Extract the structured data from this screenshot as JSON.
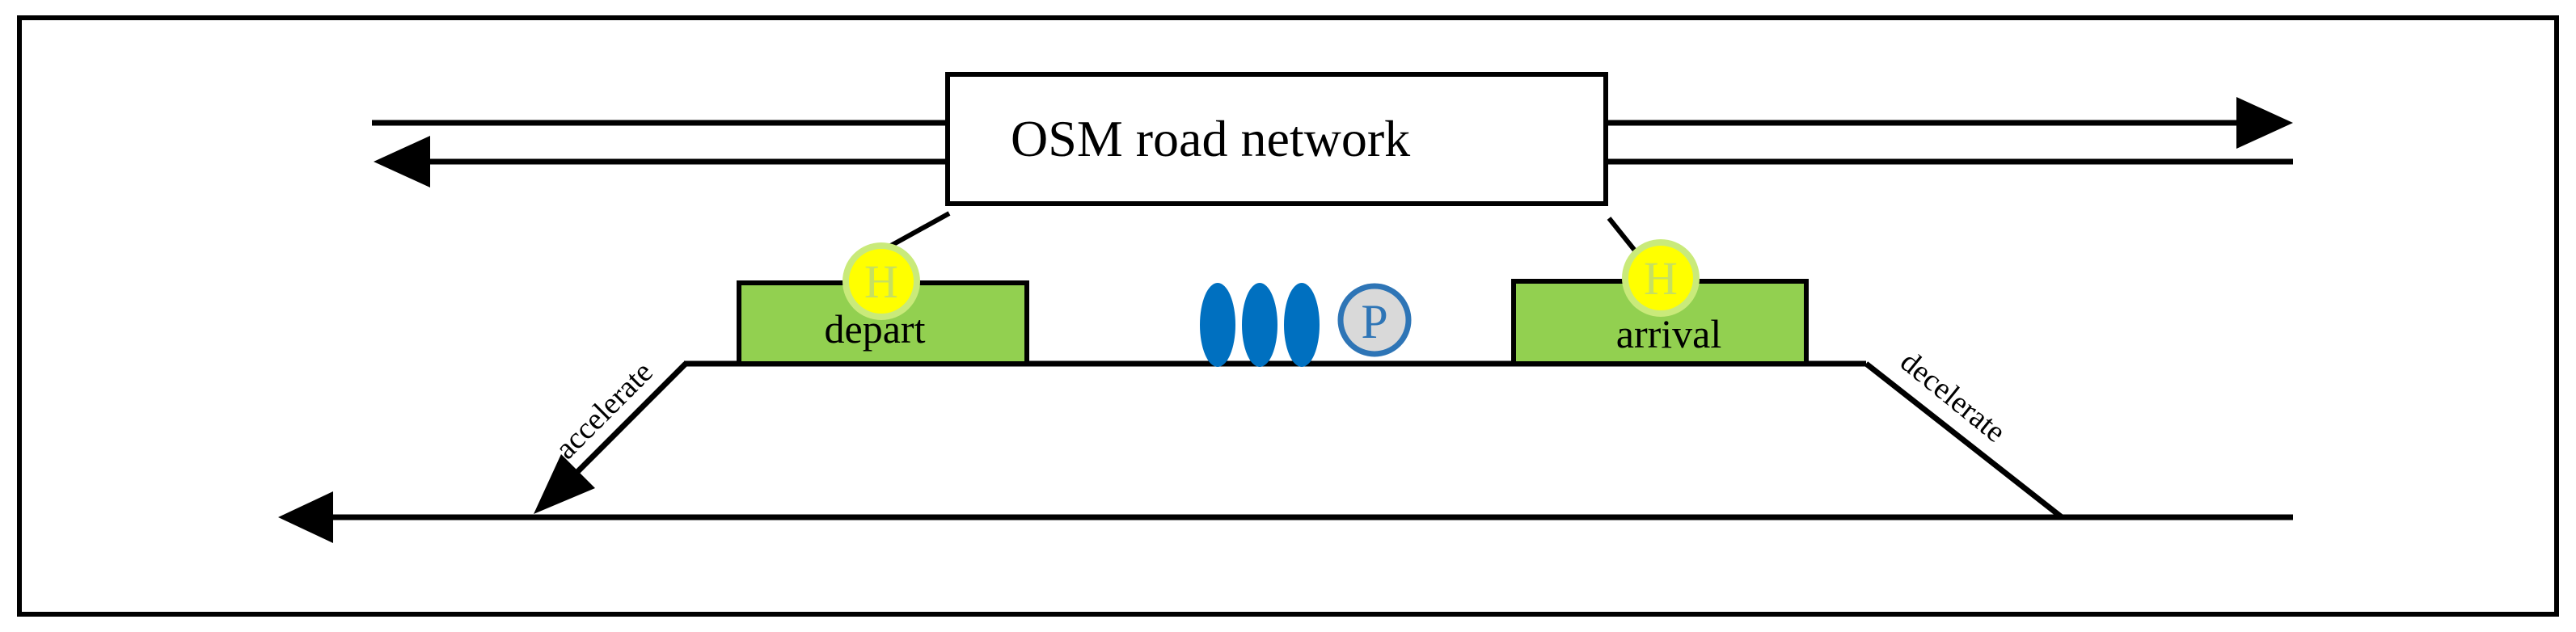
{
  "diagram": {
    "title_box": {
      "label": "OSM road network"
    },
    "stops": {
      "depart": {
        "label": "depart",
        "halt_symbol": "H"
      },
      "arrival": {
        "label": "arrival",
        "halt_symbol": "H"
      }
    },
    "parking": {
      "symbol": "P"
    },
    "ramps": {
      "accelerate": "accelerate",
      "decelerate": "decelerate"
    },
    "icons": {
      "halt": "halt-marker-icon",
      "parking": "parking-sign-icon",
      "vehicles": "vehicle-queue-icon",
      "arrows": "arrowhead-icon"
    },
    "colors": {
      "stop_fill": "#92d050",
      "halt_fill": "#ffff00",
      "halt_ring": "#c9ea7a",
      "vehicle_fill": "#0070c0",
      "parking_fill": "#d9d9d9",
      "parking_stroke": "#2e75b6",
      "line": "#000000"
    }
  }
}
